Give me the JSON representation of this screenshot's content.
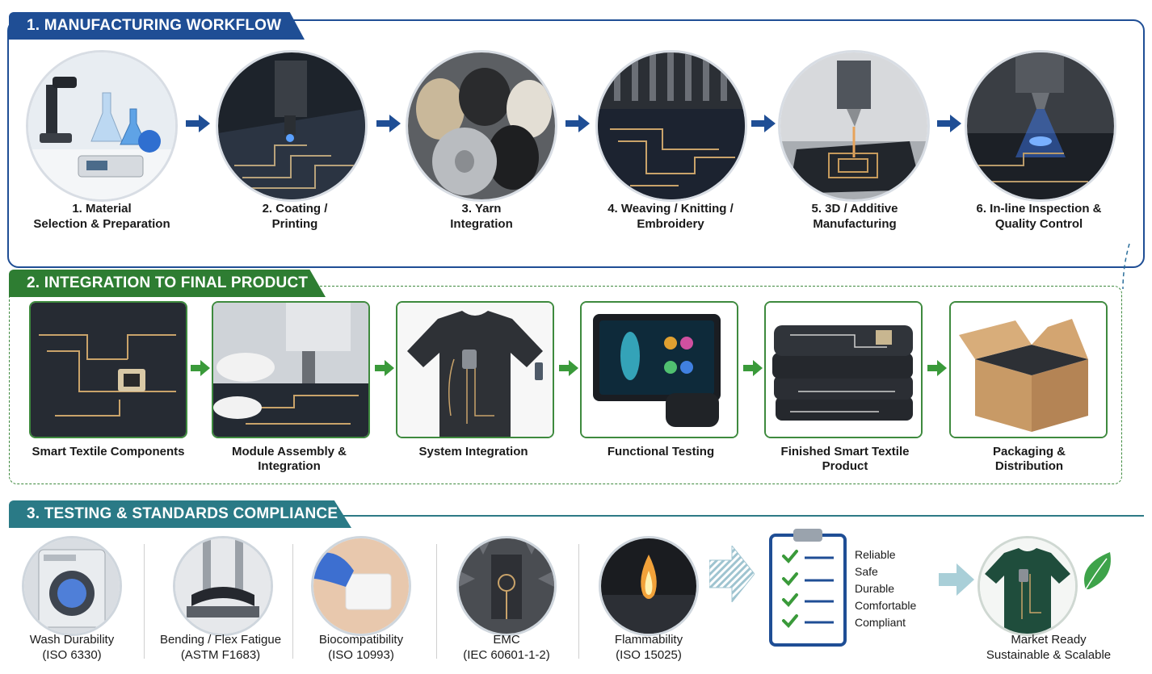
{
  "sections": {
    "manufacturing": {
      "title": "1. MANUFACTURING WORKFLOW",
      "steps": [
        {
          "line1": "1. Material",
          "line2": "Selection & Preparation"
        },
        {
          "line1": "2. Coating /",
          "line2": "Printing"
        },
        {
          "line1": "3. Yarn",
          "line2": "Integration"
        },
        {
          "line1": "4. Weaving / Knitting /",
          "line2": "Embroidery"
        },
        {
          "line1": "5. 3D / Additive",
          "line2": "Manufacturing"
        },
        {
          "line1": "6. In-line Inspection &",
          "line2": "Quality Control"
        }
      ]
    },
    "integration": {
      "title": "2. INTEGRATION TO FINAL PRODUCT",
      "steps": [
        {
          "line1": "Smart Textile Components",
          "line2": ""
        },
        {
          "line1": "Module Assembly &",
          "line2": "Integration"
        },
        {
          "line1": "System Integration",
          "line2": ""
        },
        {
          "line1": "Functional Testing",
          "line2": ""
        },
        {
          "line1": "Finished Smart Textile",
          "line2": "Product"
        },
        {
          "line1": "Packaging &",
          "line2": "Distribution"
        }
      ]
    },
    "testing": {
      "title": "3. TESTING & STANDARDS COMPLIANCE",
      "tests": [
        {
          "line1": "Wash Durability",
          "line2": "(ISO 6330)"
        },
        {
          "line1": "Bending / Flex Fatigue",
          "line2": "(ASTM F1683)"
        },
        {
          "line1": "Biocompatibility",
          "line2": "(ISO 10993)"
        },
        {
          "line1": "EMC",
          "line2": "(IEC 60601-1-2)"
        },
        {
          "line1": "Flammability",
          "line2": "(ISO 15025)"
        }
      ],
      "checklist": [
        "Reliable",
        "Safe",
        "Durable",
        "Comfortable",
        "Compliant"
      ],
      "outcome": {
        "line1": "Market Ready",
        "line2": "Sustainable & Scalable"
      }
    }
  },
  "colors": {
    "manufacturing_accent": "#1f4e95",
    "integration_accent": "#2e7d32",
    "testing_accent": "#2a7a86",
    "check_green": "#3a9a3a"
  },
  "icons": {
    "flow_arrows": "arrow-right-icon",
    "checklist": "clipboard-checklist-icon",
    "outcome": "leaf-icon"
  }
}
